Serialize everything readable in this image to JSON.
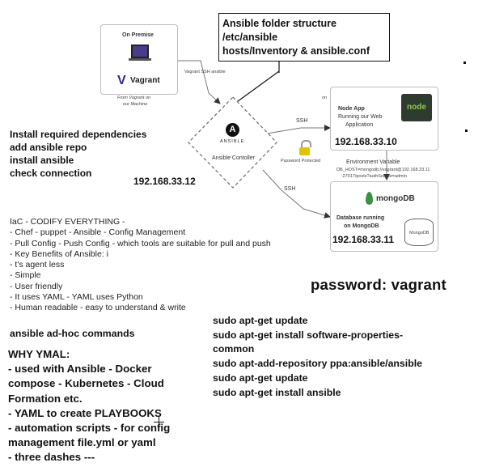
{
  "on_premise": {
    "title": "On Premise",
    "vagrant_label": "Vagrant",
    "caption_line1": "From Vagrant on",
    "caption_line2": "our Machine"
  },
  "vagrant_ssh": "Vagrant SSH ansible",
  "callout": {
    "line1": "Ansible folder structure",
    "line2": "/etc/ansible",
    "line3": "hosts/Inventory & ansible.conf"
  },
  "controller": {
    "logo_letter": "A",
    "logo_text": "ANSIBLE",
    "label": "Ansible Contoller",
    "ip": "192.168.33.12"
  },
  "left_notes": [
    "Install required dependencies",
    "add ansible repo",
    "install ansible",
    "check connection"
  ],
  "ssh_top": "SSH",
  "ssh_bottom": "SSH",
  "password_protected": "Password Protected",
  "node_box": {
    "top_fragment": "on",
    "title1": "Node App",
    "title2": "Running our Web",
    "title3": "Application",
    "logo": "node",
    "ip": "192.168.33.10"
  },
  "env": {
    "title": "Environment Variable",
    "line1": "DB_HOST=mongodb://vagrant@192.168.33.11",
    "line2": ":27017/posts?authSource=admin"
  },
  "mongo_box": {
    "logo": "mongoDB",
    "title1": "Database running",
    "title2": "on MongoDB",
    "db_label": "MongoDB",
    "ip": "192.168.33.11"
  },
  "password": "password: vagrant",
  "iac_list": [
    "IaC - CODIFY EVERYTHING -",
    "- Chef - puppet - Ansible - Config Management",
    "- Pull Config - Push Config - which tools are suitable for pull and push",
    "- Key Benefits of Ansible: i",
    "- t's agent less",
    "- Simple",
    "- User friendly",
    "- It uses YAML - YAML uses Python",
    "- Human readable - easy to understand & write"
  ],
  "adhoc_title": "ansible ad-hoc commands",
  "commands": [
    "sudo apt-get update",
    "sudo apt-get install software-properties-",
    "common",
    "sudo apt-add-repository ppa:ansible/ansible",
    "sudo apt-get update",
    "sudo apt-get install ansible"
  ],
  "why_yaml": [
    "WHY YMAL:",
    "- used with Ansible - Docker",
    "compose - Kubernetes - Cloud",
    "Formation etc.",
    "- YAML to create PLAYBOOKS",
    "- automation scripts - for config",
    "management file.yml or yaml",
    "- three dashes ---"
  ]
}
